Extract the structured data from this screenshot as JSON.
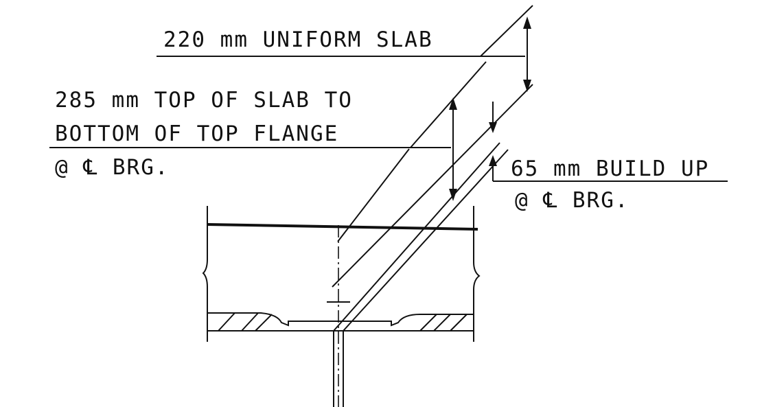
{
  "drawing": {
    "labels": {
      "uniform_slab": "220 mm UNIFORM SLAB",
      "top_of_slab_line1": "285 mm TOP OF SLAB TO",
      "top_of_slab_line2": "BOTTOM OF TOP FLANGE",
      "top_of_slab_line3": "@ ℄ BRG.",
      "build_up_line1": "65 mm BUILD UP",
      "build_up_line2": "@ ℄ BRG."
    }
  }
}
